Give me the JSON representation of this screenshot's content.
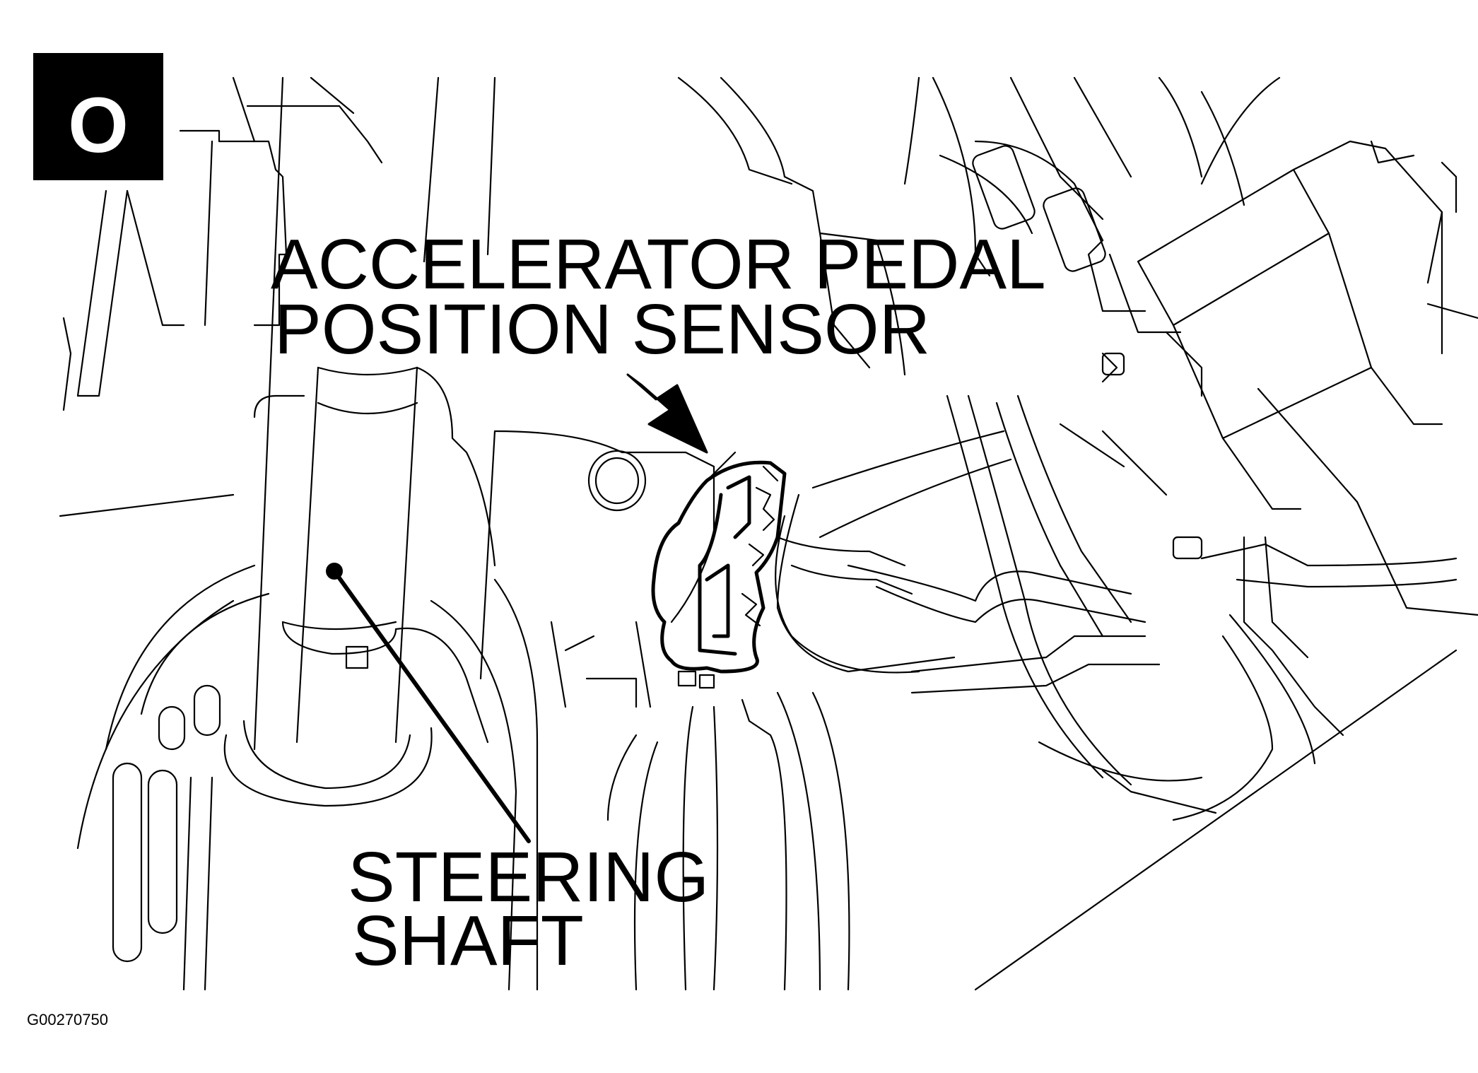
{
  "badge": {
    "letter": "O"
  },
  "labels": {
    "sensor_line1": "ACCELERATOR PEDAL",
    "sensor_line2": "POSITION SENSOR",
    "shaft_line1": "STEERING",
    "shaft_line2": "SHAFT"
  },
  "figure_id": "G00270750",
  "colors": {
    "ink": "#000000",
    "paper": "#ffffff"
  }
}
